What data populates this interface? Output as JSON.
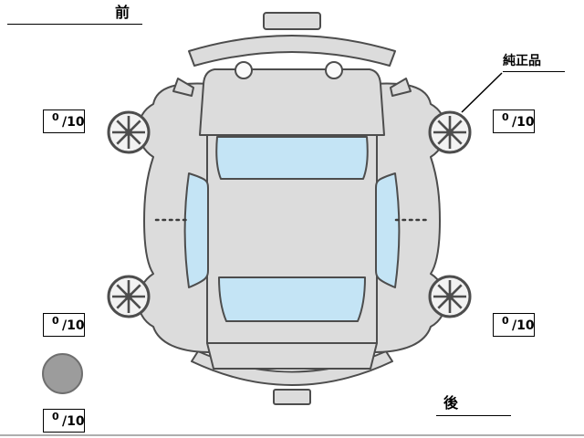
{
  "labels": {
    "front": "前",
    "rear": "後",
    "genuine_part": "純正品"
  },
  "tire_scores": {
    "front_left": {
      "value": "0",
      "out_of": "/10"
    },
    "front_right": {
      "value": "0",
      "out_of": "/10"
    },
    "rear_left": {
      "value": "0",
      "out_of": "/10"
    },
    "rear_right": {
      "value": "0",
      "out_of": "/10"
    },
    "spare": {
      "value": "0",
      "out_of": "/10"
    }
  },
  "colors": {
    "car-body": "#dcdcdc",
    "window": "#c4e4f5",
    "outline": "#4d4d4d",
    "spare-tire": "#9c9c9c",
    "line": "#000000"
  }
}
